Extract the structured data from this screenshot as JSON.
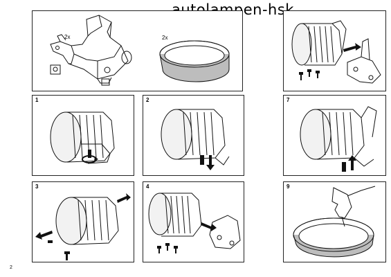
{
  "watermark": {
    "text": "autolampen-hsk"
  },
  "page_number": "2",
  "parts": {
    "bracket_qty": "2x",
    "ring_qty": "2x"
  },
  "steps": [
    {
      "label": "1"
    },
    {
      "label": "2"
    },
    {
      "label": "7"
    },
    {
      "label": "3"
    },
    {
      "label": "4"
    },
    {
      "label": "9"
    }
  ],
  "icons": {
    "arrow": "arrow-icon",
    "rotate": "rotate-arrow-icon",
    "screw": "screw-icon"
  }
}
